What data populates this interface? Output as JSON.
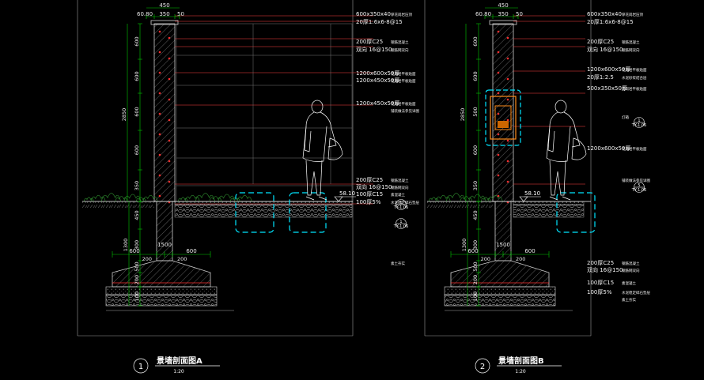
{
  "sections": [
    {
      "title": "景墙剖面图A",
      "scale": "1:20",
      "number": "1",
      "top_dims": [
        "60.80",
        "350",
        "50"
      ],
      "top_dim_total": "450",
      "side_dims": [
        "600",
        "600",
        "600",
        "600",
        "350"
      ],
      "side_total": "2850",
      "found_dims": [
        "450",
        "300",
        "500",
        "200",
        "100"
      ],
      "found_total": "1300",
      "base_dims": [
        "600",
        "1500",
        "200",
        "200",
        "600"
      ],
      "elevation": "58.10",
      "annotations": [
        {
          "main": "600x350x40",
          "sub": "厚花岗岩压顶"
        },
        {
          "main": "20厚1:6x6-8@15",
          "sub": ""
        },
        {
          "main": "200厚C25",
          "sub": "钢筋混凝土"
        },
        {
          "main": "双向 16@150",
          "sub": "钢筋网双向"
        },
        {
          "main": "1200x600x50厚",
          "sub": "花岗岩平板贴面"
        },
        {
          "main": "1200x450x50厚",
          "sub": "花岗岩平板贴面"
        },
        {
          "main": "1200x450x50厚",
          "sub": "花岗岩平板贴面"
        },
        {
          "main": "",
          "sub": "铺装做法参见详图"
        },
        {
          "main": "200厚C25",
          "sub": "钢筋混凝土"
        },
        {
          "main": "双向 16@150",
          "sub": "钢筋网双向"
        },
        {
          "main": "100厚C15",
          "sub": "素混凝土"
        },
        {
          "main": "100厚5%",
          "sub": "水泥稳定碎石垫层"
        },
        {
          "main": "",
          "sub": "素土夯实"
        }
      ],
      "refs": [
        {
          "top": "1",
          "bottom": "TY-1.06"
        },
        {
          "top": "1",
          "bottom": "TY-1.06"
        }
      ]
    },
    {
      "title": "景墙剖面图B",
      "scale": "1:20",
      "number": "2",
      "top_dims": [
        "60.80",
        "350",
        "50"
      ],
      "top_dim_total": "450",
      "side_dims": [
        "600",
        "600",
        "500",
        "600",
        "350"
      ],
      "side_total": "2850",
      "found_dims": [
        "450",
        "300",
        "500",
        "200",
        "100"
      ],
      "found_total": "1300",
      "base_dims": [
        "600",
        "1500",
        "200",
        "200",
        "600"
      ],
      "elevation": "58.10",
      "annotations": [
        {
          "main": "600x350x40",
          "sub": "厚花岗岩压顶"
        },
        {
          "main": "20厚1:6x6-8@15",
          "sub": ""
        },
        {
          "main": "200厚C25",
          "sub": "钢筋混凝土"
        },
        {
          "main": "双向 16@150",
          "sub": "钢筋网双向"
        },
        {
          "main": "1200x600x50厚",
          "sub": "花岗岩平板贴面"
        },
        {
          "main": "20厚1:2.5",
          "sub": "水泥砂浆结合层"
        },
        {
          "main": "500x350x50厚",
          "sub": "花岗岩平板贴面"
        },
        {
          "main": "",
          "sub": "灯箱"
        },
        {
          "main": "1200x600x50厚",
          "sub": "花岗岩平板贴面"
        },
        {
          "main": "",
          "sub": "铺装做法参见详图"
        },
        {
          "main": "200厚C25",
          "sub": "钢筋混凝土"
        },
        {
          "main": "双向 16@150",
          "sub": "钢筋网双向"
        },
        {
          "main": "100厚C15",
          "sub": "素混凝土"
        },
        {
          "main": "100厚5%",
          "sub": "水泥稳定碎石垫层"
        },
        {
          "main": "",
          "sub": "素土夯实"
        }
      ],
      "refs": [
        {
          "top": "1",
          "bottom": "TY-1.06"
        },
        {
          "top": "5",
          "bottom": "TY-1.06"
        }
      ]
    }
  ],
  "colors": {
    "background": "#000000",
    "frame": "#9a9a9a",
    "concrete": "#cfcfcf",
    "rebar": "#ff3030",
    "leader": "#ff4040",
    "dimension": "#00c800",
    "pavement_box": "#00e5ff",
    "lightbox": "#ffd800",
    "text": "#ffffff",
    "figure": "#ffffff"
  }
}
